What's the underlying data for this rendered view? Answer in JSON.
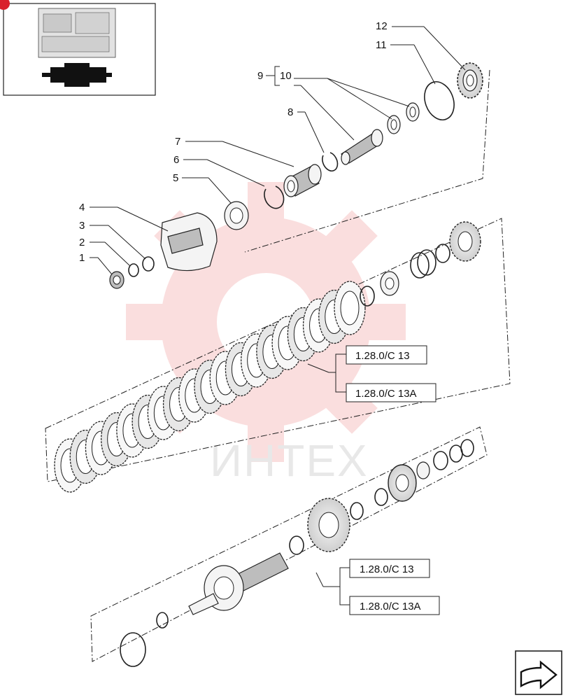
{
  "diagram": {
    "callouts": [
      {
        "id": "c1",
        "label": "1"
      },
      {
        "id": "c2",
        "label": "2"
      },
      {
        "id": "c3",
        "label": "3"
      },
      {
        "id": "c4",
        "label": "4"
      },
      {
        "id": "c5",
        "label": "5"
      },
      {
        "id": "c6",
        "label": "6"
      },
      {
        "id": "c7",
        "label": "7"
      },
      {
        "id": "c8",
        "label": "8"
      },
      {
        "id": "c9",
        "label": "9"
      },
      {
        "id": "c10",
        "label": "10"
      },
      {
        "id": "c11",
        "label": "11"
      },
      {
        "id": "c12",
        "label": "12"
      }
    ],
    "references": [
      {
        "id": "r1",
        "label": "1.28.0/C 13"
      },
      {
        "id": "r2",
        "label": "1.28.0/C 13A"
      },
      {
        "id": "r3",
        "label": "1.28.0/C 13"
      },
      {
        "id": "r4",
        "label": "1.28.0/C 13A"
      }
    ]
  },
  "watermark": {
    "text": "ИНТЕХ",
    "color": "#e8484e"
  },
  "nav": {
    "icon": "next-page-arrow-icon"
  },
  "colors": {
    "line": "#222222",
    "watermark_gear": "#f2b3b3"
  }
}
